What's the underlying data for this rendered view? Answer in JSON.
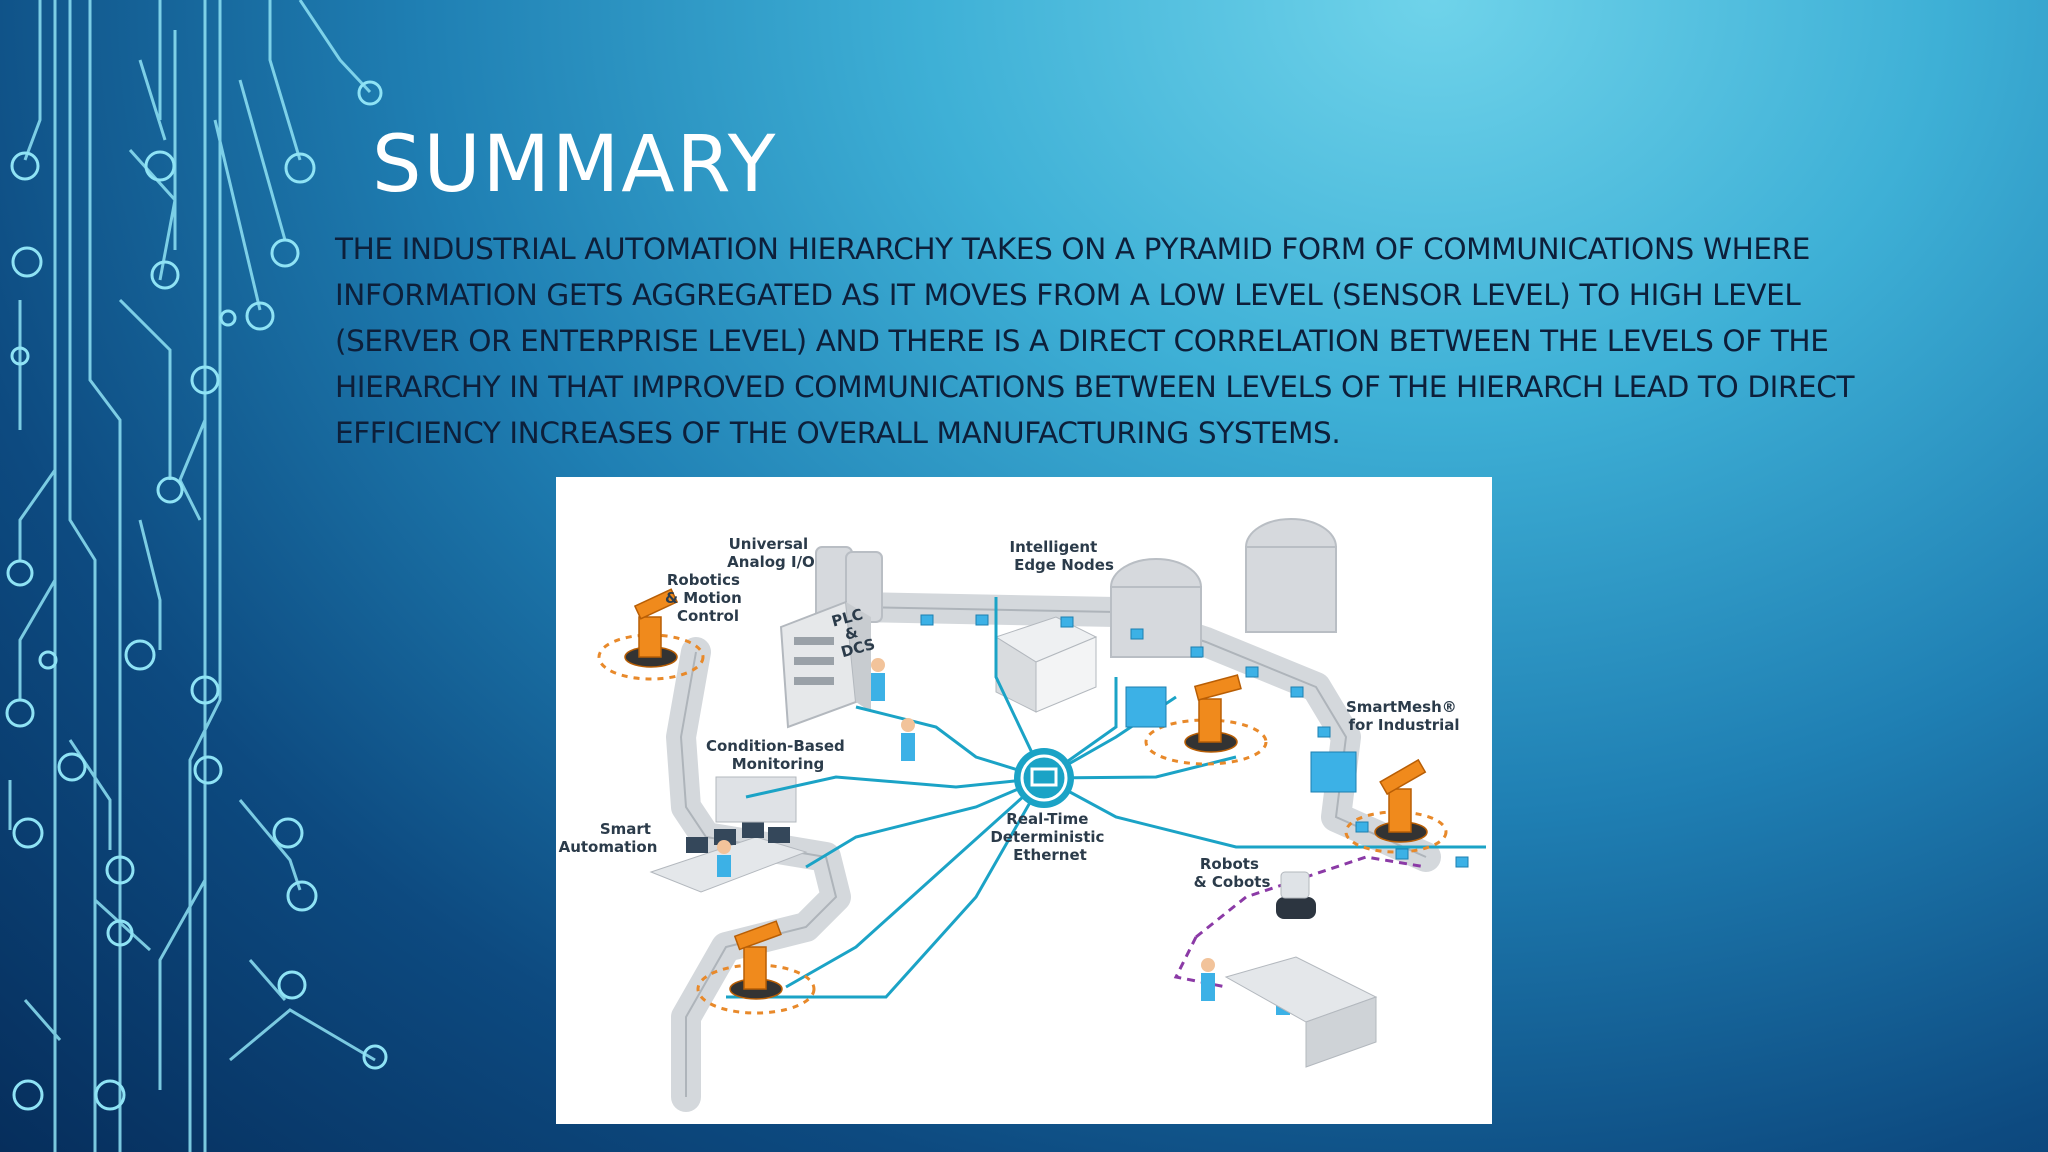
{
  "slide": {
    "title": "SUMMARY",
    "body": "THE INDUSTRIAL AUTOMATION HIERARCHY TAKES ON A PYRAMID FORM OF COMMUNICATIONS WHERE INFORMATION GETS AGGREGATED AS IT MOVES FROM A LOW LEVEL (SENSOR LEVEL) TO HIGH LEVEL (SERVER OR ENTERPRISE LEVEL) AND THERE IS A DIRECT CORRELATION BETWEEN THE LEVELS OF THE HIERARCHY IN THAT IMPROVED COMMUNICATIONS BETWEEN LEVELS OF THE HIERARCH LEAD TO DIRECT EFFICIENCY INCREASES OF THE OVERALL MANUFACTURING SYSTEMS."
  },
  "figure": {
    "labels": {
      "universal_analog_1": "Universal",
      "universal_analog_2": "Analog I/O",
      "intelligent_edge_1": "Intelligent",
      "intelligent_edge_2": "Edge Nodes",
      "robotics_motion_1": "Robotics",
      "robotics_motion_2": "& Motion",
      "robotics_motion_3": "Control",
      "plc_1": "PLC",
      "plc_2": "&",
      "plc_3": "DCS",
      "smartmesh_1": "SmartMesh®",
      "smartmesh_2": "for Industrial",
      "condition_1": "Condition-Based",
      "condition_2": "Monitoring",
      "smart_auto_1": "Smart",
      "smart_auto_2": "Automation",
      "ethernet_1": "Real-Time",
      "ethernet_2": "Deterministic",
      "ethernet_3": "Ethernet",
      "robots_1": "Robots",
      "robots_2": "& Cobots"
    }
  },
  "colors": {
    "network_line": "#1ba3c6",
    "robot_orange": "#f08a1c",
    "circuit_line": "#8fe3f5"
  }
}
